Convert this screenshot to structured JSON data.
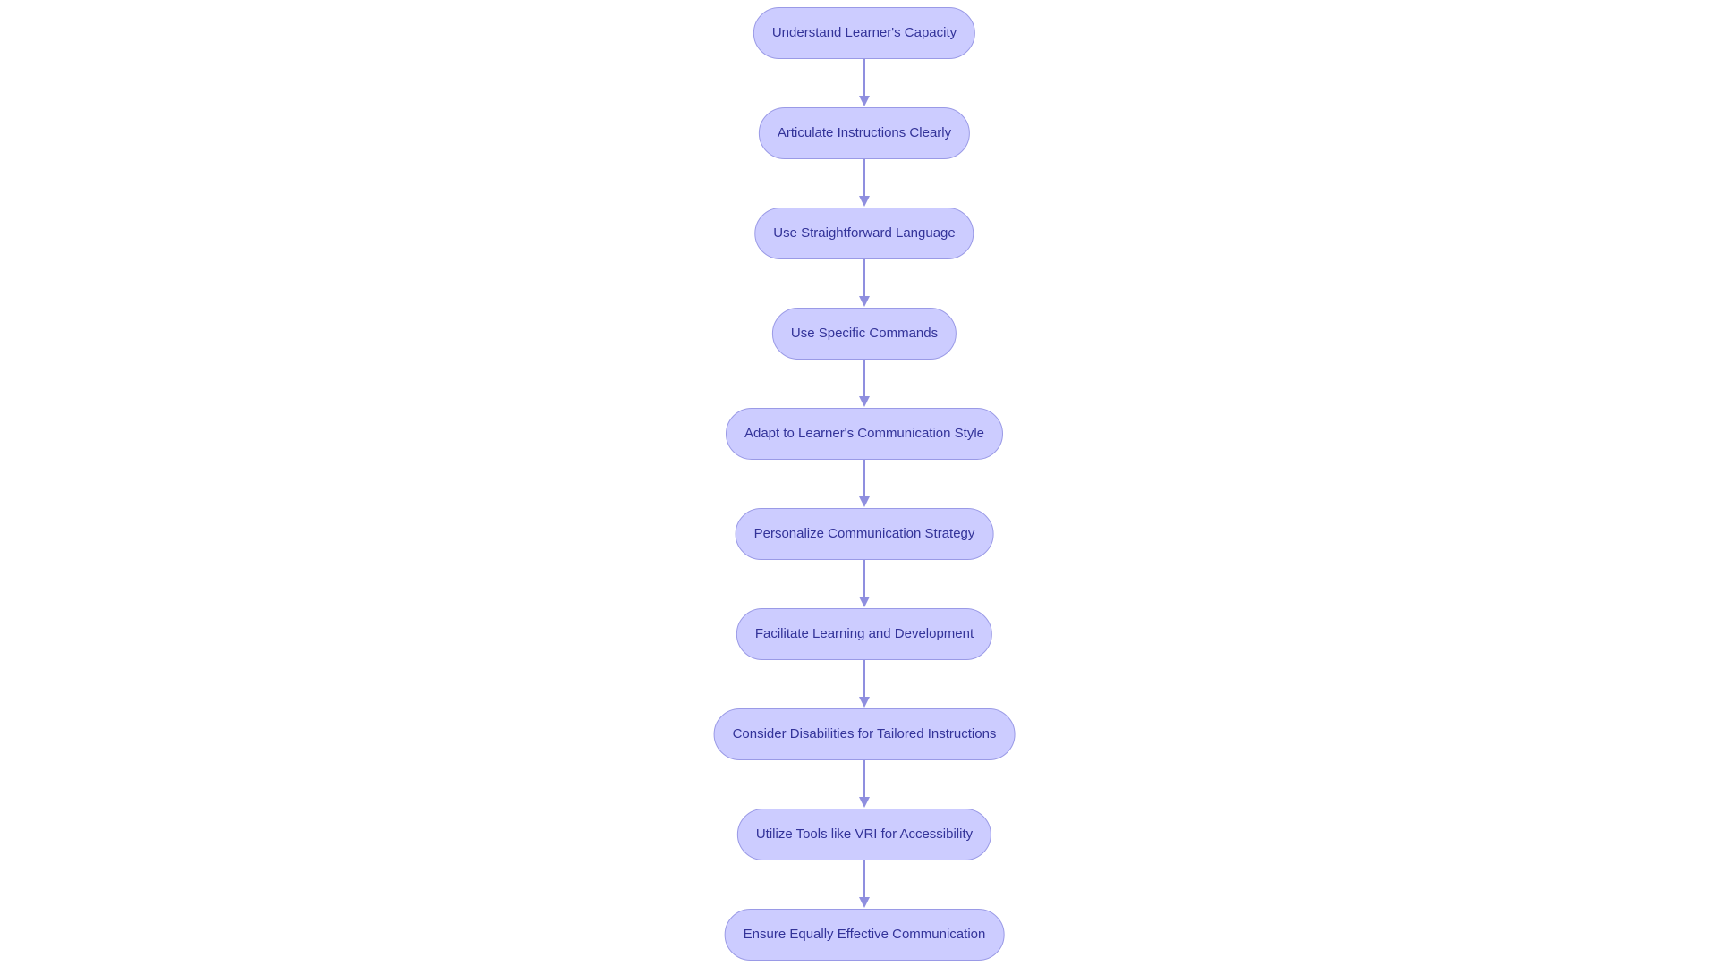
{
  "diagram": {
    "steps": [
      "Understand Learner's Capacity",
      "Articulate Instructions Clearly",
      "Use Straightforward Language",
      "Use Specific Commands",
      "Adapt to Learner's Communication Style",
      "Personalize Communication Strategy",
      "Facilitate Learning and Development",
      "Consider Disabilities for Tailored Instructions",
      "Utilize Tools like VRI for Accessibility",
      "Ensure Equally Effective Communication"
    ],
    "colors": {
      "node_fill": "#ccccff",
      "node_border": "#9a9ae6",
      "node_text": "#333399",
      "connector": "#8f8fdf"
    }
  }
}
